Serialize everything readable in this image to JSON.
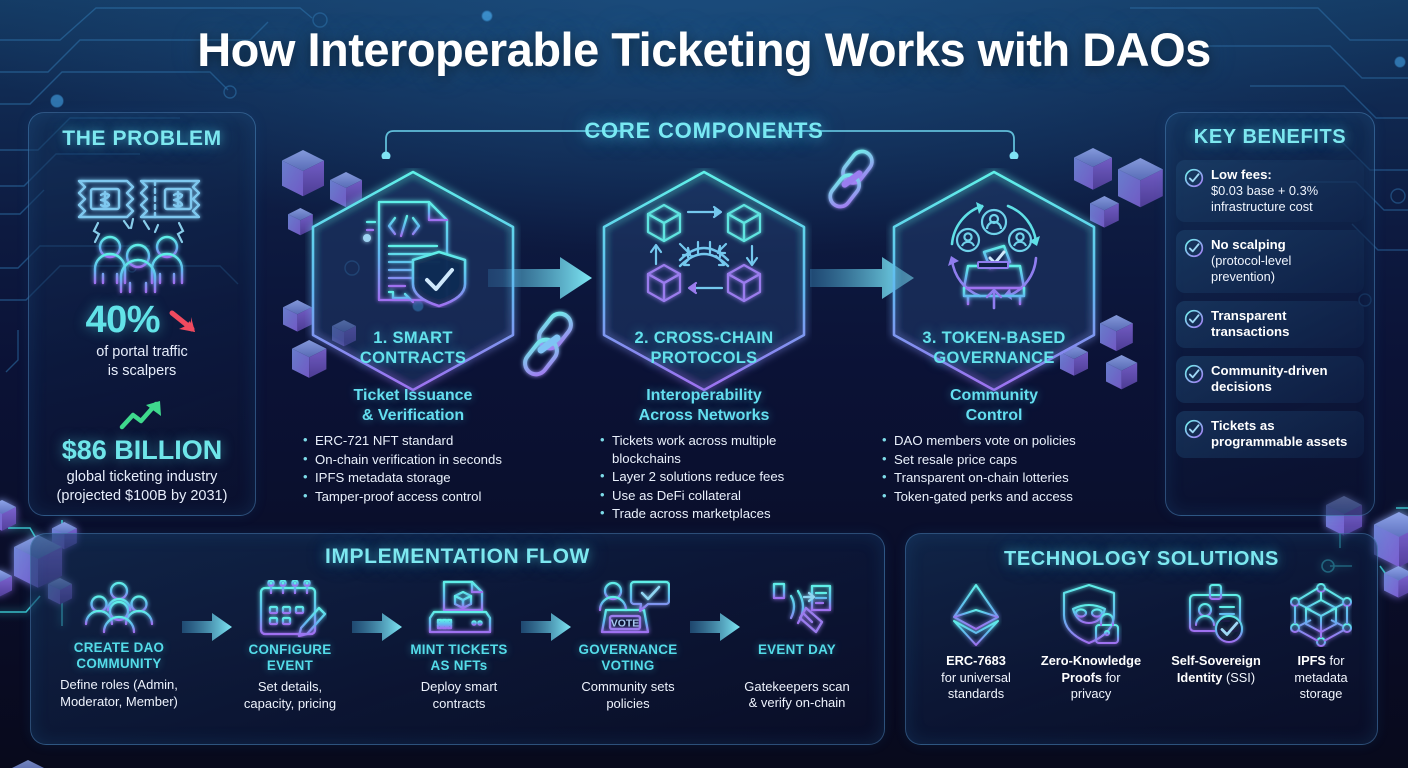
{
  "title": "How Interoperable Ticketing Works with DAOs",
  "colors": {
    "accent_cyan": "#62e3e8",
    "accent_purple": "#9b6ce8",
    "bg_top": "#143a63",
    "bg_bottom": "#080a1c",
    "down_arrow_red": "#f04a5f",
    "up_arrow_green": "#3fd98d"
  },
  "problem": {
    "title": "THE PROBLEM",
    "icon": "torn-ticket-scalpers-icon",
    "stat1_value": "40%",
    "stat1_arrow": "down-arrow-icon",
    "stat1_desc_line1": "of portal traffic",
    "stat1_desc_line2": "is scalpers",
    "stat2_arrow": "up-trend-arrow-icon",
    "stat2_value": "$86 BILLION",
    "stat2_desc_line1": "global ticketing industry",
    "stat2_desc_line2": "(projected $100B by 2031)"
  },
  "core": {
    "title": "CORE COMPONENTS",
    "components": [
      {
        "hex_label_line1": "1. SMART",
        "hex_label_line2": "CONTRACTS",
        "icon": "smart-contract-document-shield-icon",
        "heading_line1": "Ticket Issuance",
        "heading_line2": "& Verification",
        "bullets": [
          "ERC-721 NFT standard",
          "On-chain verification in seconds",
          "IPFS metadata storage",
          "Tamper-proof access control"
        ]
      },
      {
        "hex_label_line1": "2. CROSS-CHAIN",
        "hex_label_line2": "PROTOCOLS",
        "icon": "cross-chain-bridge-blocks-icon",
        "heading_line1": "Interoperability",
        "heading_line2": "Across Networks",
        "bullets": [
          "Tickets work across multiple blockchains",
          "Layer 2 solutions reduce fees",
          "Use as DeFi collateral",
          "Trade across marketplaces"
        ]
      },
      {
        "hex_label_line1": "3. TOKEN-BASED",
        "hex_label_line2": "GOVERNANCE",
        "icon": "governance-ballot-members-cycle-icon",
        "heading_line1": "Community",
        "heading_line2": "Control",
        "bullets": [
          "DAO members vote on policies",
          "Set resale price caps",
          "Transparent on-chain lotteries",
          "Token-gated perks and access"
        ]
      }
    ]
  },
  "benefits": {
    "title": "KEY BENEFITS",
    "items": [
      {
        "icon": "check-circle-icon",
        "bold": "Low fees:",
        "rest": "$0.03 base + 0.3% infrastructure cost"
      },
      {
        "icon": "check-circle-icon",
        "bold": "No scalping",
        "rest": "(protocol-level prevention)"
      },
      {
        "icon": "check-circle-icon",
        "bold": "Transparent transactions",
        "rest": ""
      },
      {
        "icon": "check-circle-icon",
        "bold": "Community-driven decisions",
        "rest": ""
      },
      {
        "icon": "check-circle-icon",
        "bold": "Tickets as programmable assets",
        "rest": ""
      }
    ]
  },
  "flow": {
    "title": "IMPLEMENTATION FLOW",
    "steps": [
      {
        "icon": "people-group-icon",
        "title_line1": "CREATE DAO",
        "title_line2": "COMMUNITY",
        "desc_line1": "Define roles (Admin,",
        "desc_line2": "Moderator, Member)"
      },
      {
        "icon": "calendar-pencil-icon",
        "title_line1": "CONFIGURE",
        "title_line2": "EVENT",
        "desc_line1": "Set details,",
        "desc_line2": "capacity, pricing"
      },
      {
        "icon": "nft-printer-icon",
        "title_line1": "MINT TICKETS",
        "title_line2": "AS NFTs",
        "desc_line1": "Deploy smart",
        "desc_line2": "contracts"
      },
      {
        "icon": "vote-podium-icon",
        "title_line1": "GOVERNANCE",
        "title_line2": "VOTING",
        "desc_line1": "Community sets",
        "desc_line2": "policies"
      },
      {
        "icon": "ticket-scanner-icon",
        "title_line1": "EVENT DAY",
        "title_line2": "",
        "desc_line1": "Gatekeepers scan",
        "desc_line2": "& verify on-chain"
      }
    ],
    "vote_label": "VOTE"
  },
  "tech": {
    "title": "TECHNOLOGY SOLUTIONS",
    "items": [
      {
        "icon": "ethereum-diamond-icon",
        "bold": "ERC-7683",
        "rest_line1": "for universal",
        "rest_line2": "standards"
      },
      {
        "icon": "zk-mask-lock-shield-icon",
        "bold": "Zero-Knowledge",
        "bold2": "Proofs",
        "rest_line1": "for",
        "rest_line2": "privacy"
      },
      {
        "icon": "identity-card-check-icon",
        "bold": "Self-Sovereign",
        "bold2": "Identity",
        "rest_line1": "(SSI)",
        "rest_line2": ""
      },
      {
        "icon": "ipfs-network-cube-icon",
        "bold": "IPFS",
        "rest_line1": "for metadata",
        "rest_line2": "storage"
      }
    ]
  }
}
